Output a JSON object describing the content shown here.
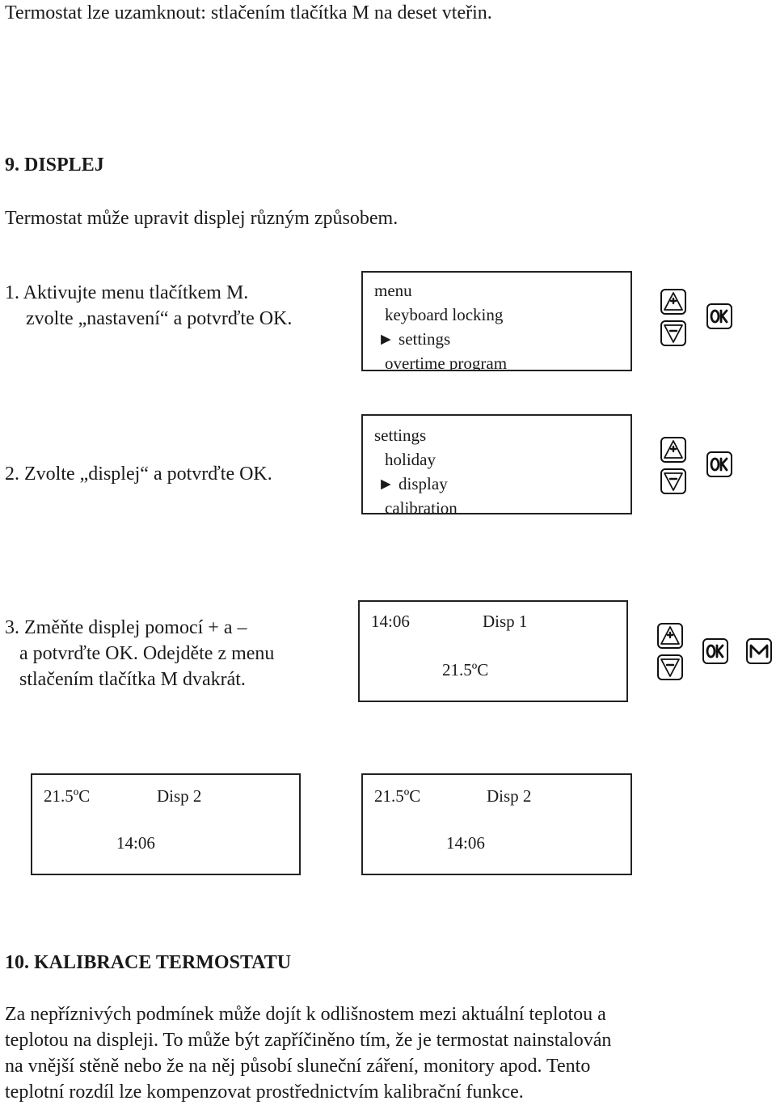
{
  "intro": {
    "lock_note": "Termostat lze uzamknout: stlačením tlačítka M na deset vteřin."
  },
  "section9": {
    "heading": "9. DISPLEJ",
    "intro": "Termostat může upravit displej různým způsobem.",
    "step1": {
      "line1": "1. Aktivujte menu tlačítkem M.",
      "line2": "zvolte „nastavení“ a potvrďte OK.",
      "lcd": {
        "title": "menu",
        "item1": "keyboard locking",
        "item2": "► settings",
        "item3": "overtime program"
      }
    },
    "step2": {
      "text": "2. Zvolte „displej“ a potvrďte OK.",
      "lcd": {
        "title": "settings",
        "item1": "holiday",
        "item2": "► display",
        "item3": "calibration"
      }
    },
    "step3": {
      "line1": "3. Změňte displej pomocí + a –",
      "line2": "a potvrďte OK. Odejděte z menu",
      "line3": "stlačením tlačítka M dvakrát.",
      "lcd": {
        "time": "14:06",
        "mode": "Disp 1",
        "temp": "21.5ºC"
      }
    },
    "disp2_left": {
      "temp": "21.5ºC",
      "mode": "Disp 2",
      "time": "14:06"
    },
    "disp2_right": {
      "temp": "21.5ºC",
      "mode": "Disp 2",
      "time": "14:06"
    }
  },
  "section10": {
    "heading": "10. KALIBRACE TERMOSTATU",
    "lines": [
      "Za nepříznivých podmínek může dojít k odlišnostem mezi aktuální teplotou a",
      "teplotou na displeji. To může být zapříčiněno tím, že je termostat nainstalován",
      "na vnější stěně nebo že na něj působí sluneční záření, monitory apod. Tento",
      "teplotní rozdíl lze kompenzovat prostřednictvím kalibrační funkce."
    ]
  },
  "icons": {
    "plus": "plus-key-icon",
    "minus": "minus-key-icon",
    "ok": "ok-key-icon",
    "m": "m-key-icon"
  }
}
